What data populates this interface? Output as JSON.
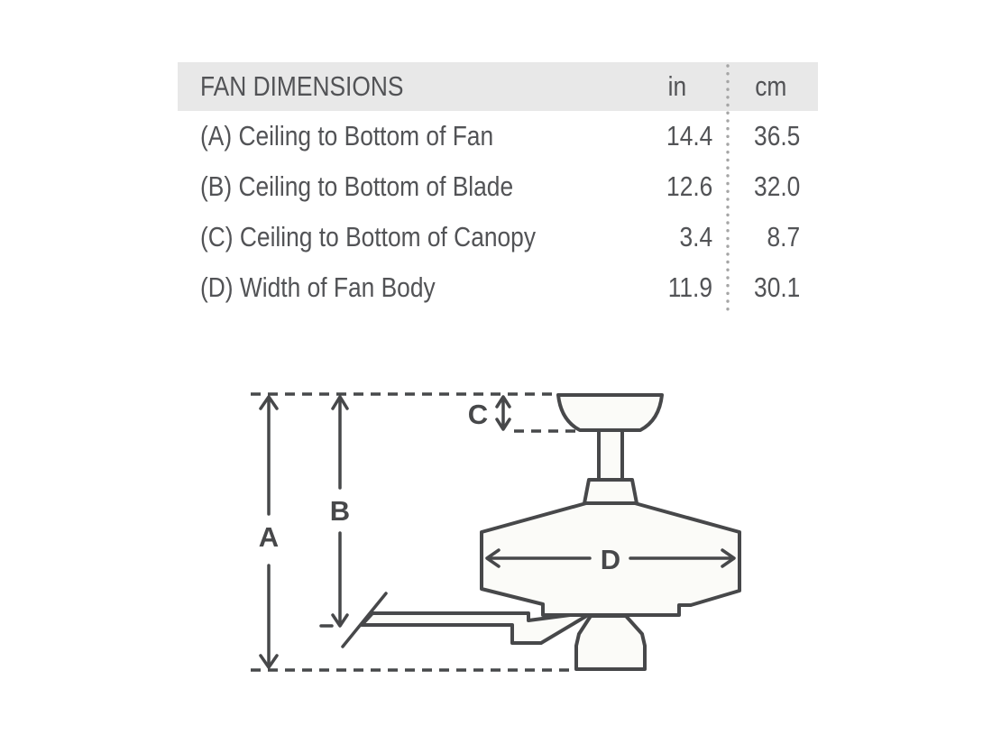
{
  "table": {
    "title": "FAN DIMENSIONS",
    "columns": {
      "in": "in",
      "cm": "cm"
    },
    "rows": [
      {
        "label": "(A) Ceiling to Bottom of Fan",
        "in": "14.4",
        "cm": "36.5"
      },
      {
        "label": "(B) Ceiling to Bottom of Blade",
        "in": "12.6",
        "cm": "32.0"
      },
      {
        "label": "(C) Ceiling to Bottom of Canopy",
        "in": "3.4",
        "cm": "8.7"
      },
      {
        "label": "(D) Width of Fan Body",
        "in": "11.9",
        "cm": "30.1"
      }
    ]
  },
  "diagram": {
    "labels": {
      "a": "A",
      "b": "B",
      "c": "C",
      "d": "D"
    },
    "parts": [
      "canopy",
      "downrod",
      "motor-body",
      "blade",
      "light-kit"
    ]
  },
  "colors": {
    "line": "#47484a",
    "table_text": "#525356",
    "header_bg": "#e8e8e8",
    "dotted_separator": "#a5a5a5",
    "shape_fill": "#fbfbf8"
  }
}
